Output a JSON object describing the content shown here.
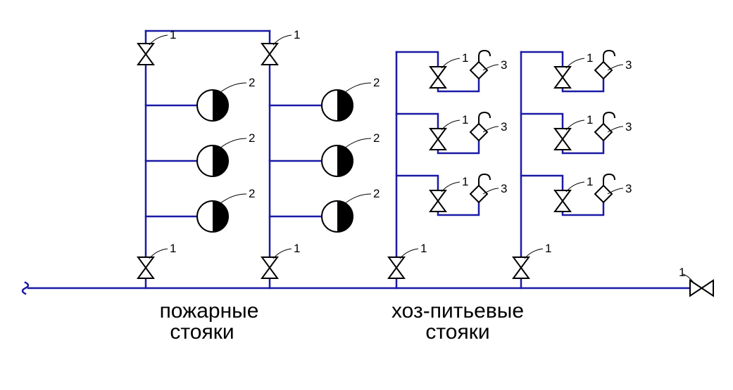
{
  "colors": {
    "pipe": "#1a1aa6",
    "symbol": "#000000",
    "background": "#ffffff"
  },
  "captions": {
    "fire_risers": [
      "пожарные",
      "стояки"
    ],
    "domestic_risers": [
      "хоз-питьевые",
      "стояки"
    ]
  },
  "labels": {
    "valve": "1",
    "fire_hydrant": "2",
    "water_point": "3"
  }
}
